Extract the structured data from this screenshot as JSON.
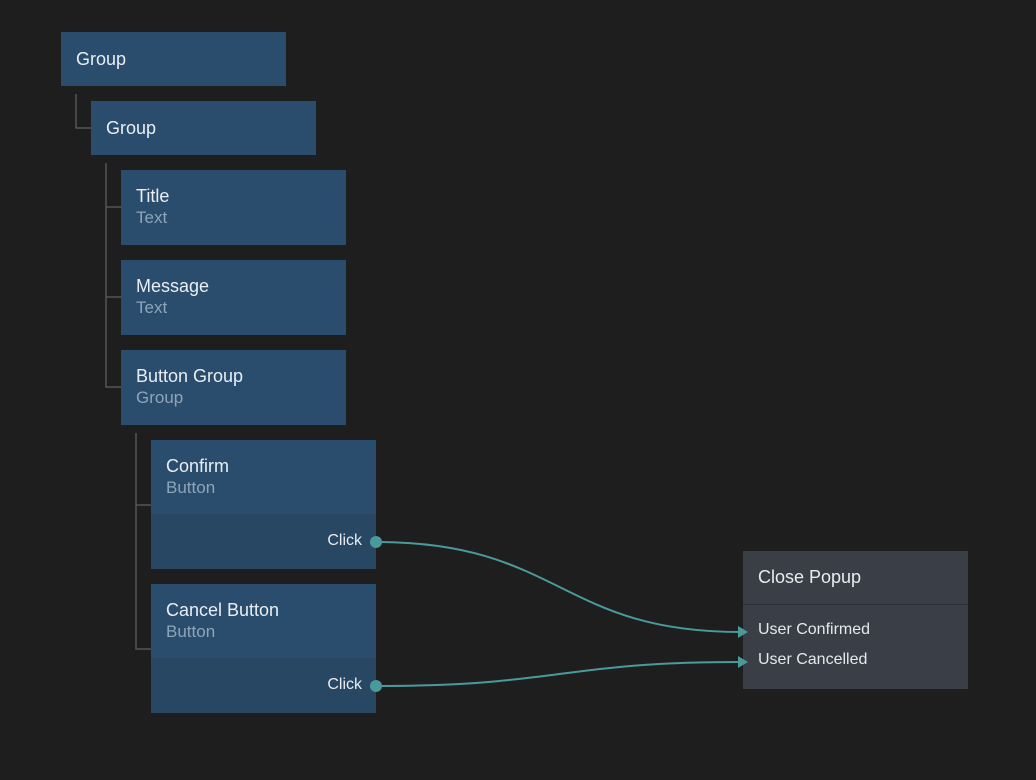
{
  "nodes": {
    "group_root": {
      "title": "Group"
    },
    "group_inner": {
      "title": "Group"
    },
    "title": {
      "title": "Title",
      "type": "Text"
    },
    "message": {
      "title": "Message",
      "type": "Text"
    },
    "button_group": {
      "title": "Button Group",
      "type": "Group"
    },
    "confirm": {
      "title": "Confirm",
      "type": "Button",
      "output": "Click"
    },
    "cancel": {
      "title": "Cancel Button",
      "type": "Button",
      "output": "Click"
    }
  },
  "popup": {
    "title": "Close Popup",
    "inputs": [
      "User Confirmed",
      "User Cancelled"
    ]
  },
  "connections": [
    {
      "from": "Confirm.Click",
      "to": "Close Popup.User Confirmed"
    },
    {
      "from": "Cancel Button.Click",
      "to": "Close Popup.User Cancelled"
    }
  ],
  "colors": {
    "background": "#1e1e1e",
    "node": "#2a4d6e",
    "popup": "#3a3e46",
    "wire": "#4a9a9a",
    "tree_line": "#555555"
  }
}
